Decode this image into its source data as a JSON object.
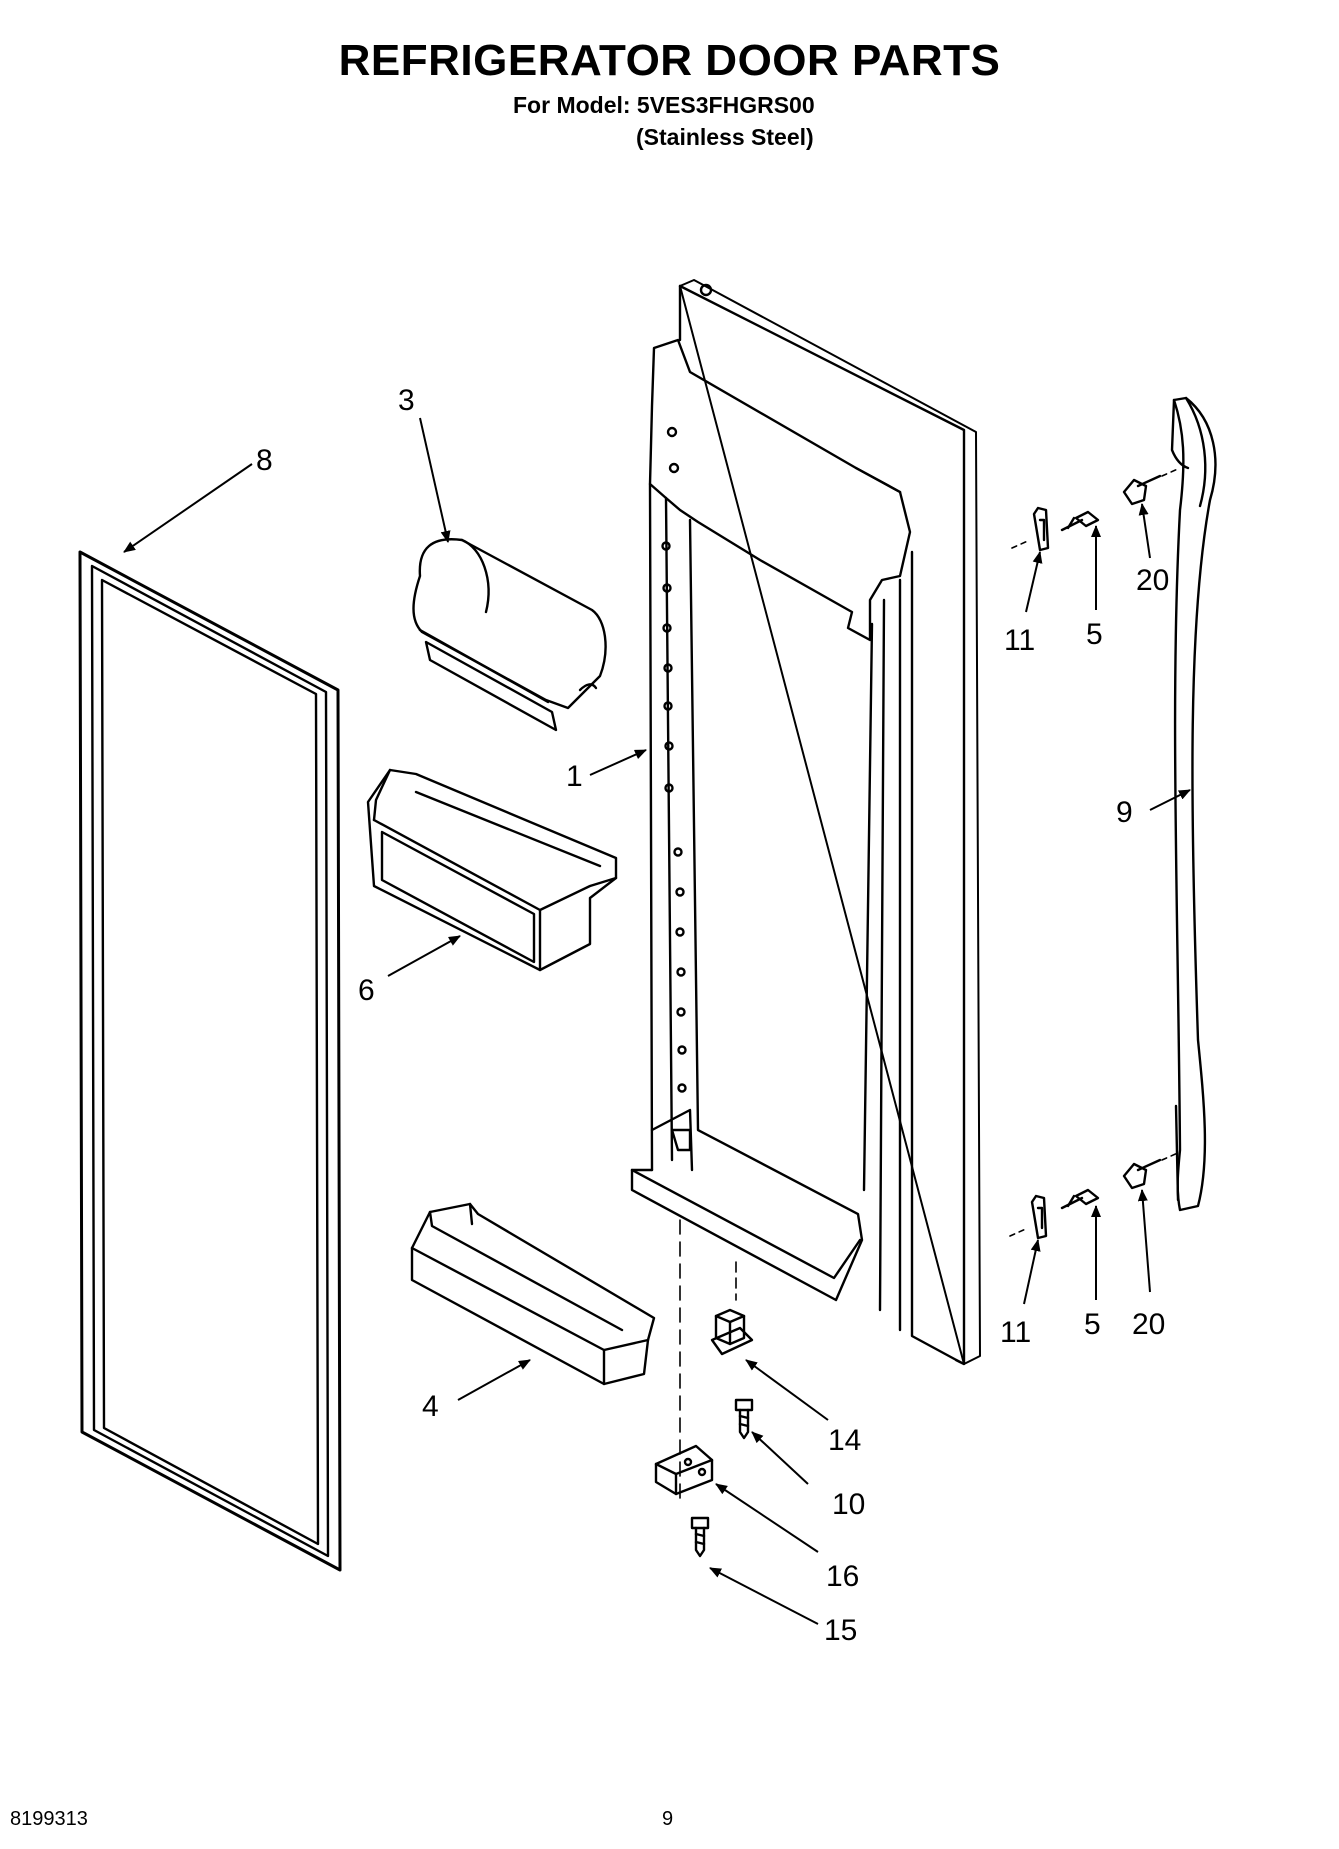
{
  "header": {
    "title": "REFRIGERATOR DOOR PARTS",
    "model_line": "For Model: 5VES3FHGRS00",
    "variant": "(Stainless Steel)"
  },
  "callouts": {
    "c1": "1",
    "c3": "3",
    "c4": "4",
    "c5a": "5",
    "c5b": "5",
    "c6": "6",
    "c8": "8",
    "c9": "9",
    "c10": "10",
    "c11a": "11",
    "c11b": "11",
    "c14": "14",
    "c15": "15",
    "c16": "16",
    "c20a": "20",
    "c20b": "20"
  },
  "footer": {
    "doc_number": "8199313",
    "page_number": "9"
  }
}
